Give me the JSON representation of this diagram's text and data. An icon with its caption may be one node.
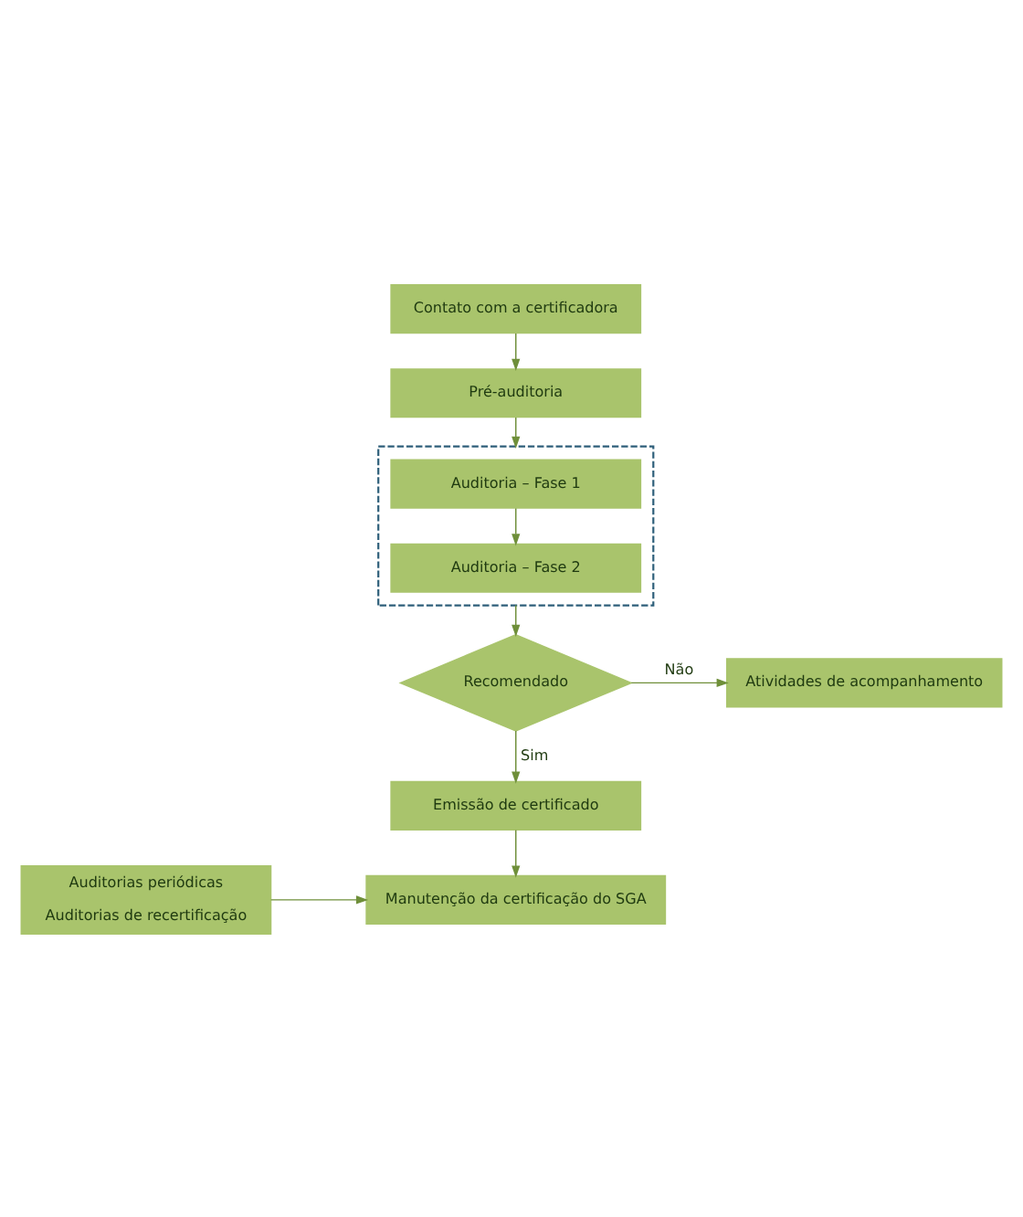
{
  "diagram": {
    "nodes": [
      {
        "text": [
          "Contato com a certificadora"
        ]
      },
      {
        "text": [
          "Pré-auditoria"
        ]
      },
      {
        "text": [],
        "shape": "box"
      },
      {
        "text": [
          "Auditoria – Fase 1"
        ],
        "in": 2
      },
      {
        "text": [
          "Auditoria – Fase 2"
        ],
        "in": 2
      },
      {
        "text": [
          "Recomendado"
        ]
      },
      {
        "text": [
          "Atividades de acompanhamento"
        ]
      },
      {
        "text": [
          "Emissão de certificado"
        ]
      },
      {
        "text": [
          "Manutenção da certificação do SGA"
        ]
      },
      {
        "text": [
          "Auditorias periódicas",
          "Auditorias de recertificação"
        ]
      }
    ],
    "edges": [
      {
        "from": 0,
        "to": 1,
        "arrow": "to"
      },
      {
        "from": 1,
        "to": 2,
        "arrow": "to"
      },
      {
        "from": 3,
        "to": 4,
        "arrow": "to"
      },
      {
        "from": 2,
        "to": 5,
        "arrow": "to"
      },
      {
        "from": 5,
        "to": 6,
        "arrow": "to",
        "label": "Não"
      },
      {
        "from": 5,
        "to": 7,
        "arrow": "to",
        "label": "Sim"
      },
      {
        "from": 7,
        "to": 8,
        "arrow": "to"
      },
      {
        "from": 9,
        "to": 8,
        "arrow": "to"
      }
    ]
  }
}
